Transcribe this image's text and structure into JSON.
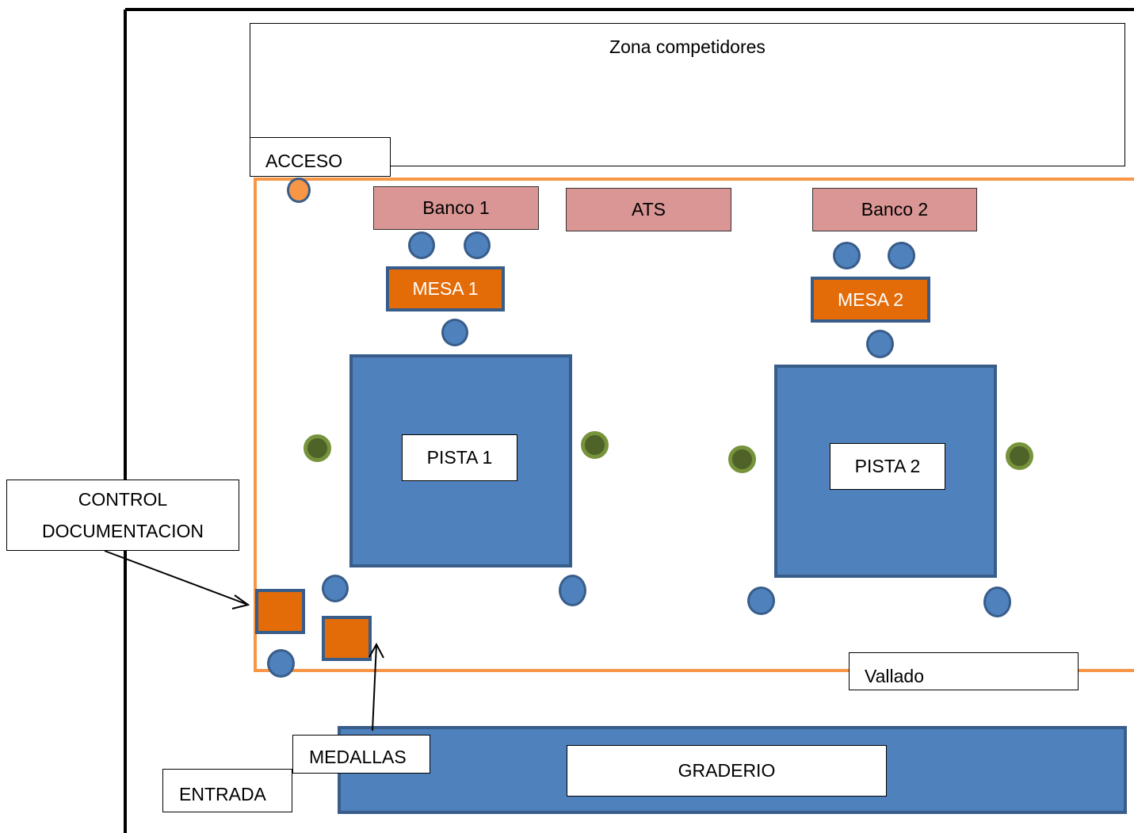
{
  "labels": {
    "zona": "Zona competidores",
    "acceso": "ACCESO",
    "banco1": "Banco 1",
    "ats": "ATS",
    "banco2": "Banco 2",
    "mesa1": "MESA  1",
    "mesa2": "MESA  2",
    "pista1": "PISTA  1",
    "pista2": "PISTA  2",
    "control_line1": "CONTROL",
    "control_line2": "DOCUMENTACION",
    "vallado": "Vallado",
    "medallas": "MEDALLAS",
    "graderio": "GRADERIO",
    "entrada": "ENTRADA"
  },
  "colors": {
    "pista_fill": "#4f81bd",
    "pista_border": "#385d8a",
    "mesa_fill": "#e36c09",
    "banco_fill": "#d99694",
    "fence": "#f79646",
    "judge_green": "#4f6228"
  }
}
